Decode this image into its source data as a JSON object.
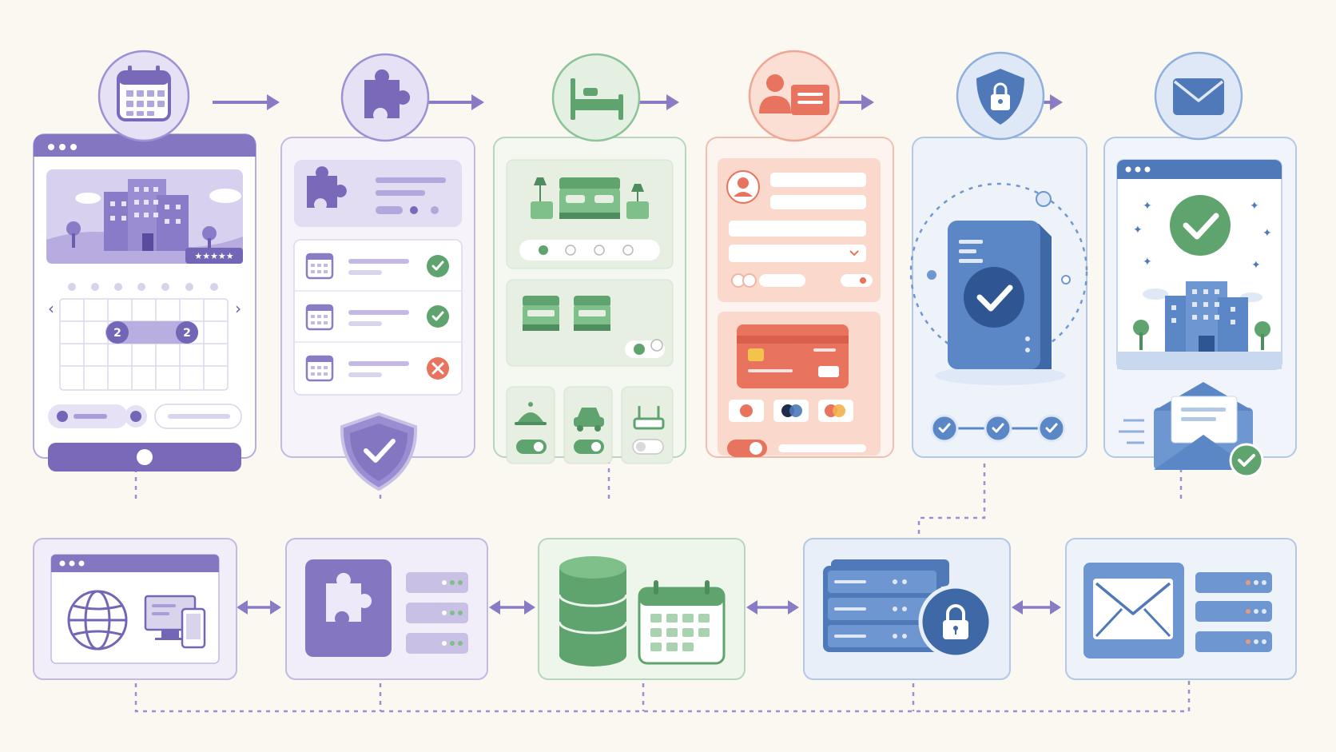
{
  "diagram": {
    "calendar_dates": [
      "2",
      "2"
    ],
    "steps": [
      {
        "id": "date-selection",
        "icon": "calendar-icon",
        "color": "#7a68b8"
      },
      {
        "id": "integration",
        "icon": "puzzle-icon",
        "color": "#7a68b8"
      },
      {
        "id": "room-selection",
        "icon": "bed-icon",
        "color": "#5fa36e"
      },
      {
        "id": "guest-payment",
        "icon": "guest-card-icon",
        "color": "#e8735e"
      },
      {
        "id": "secure-processing",
        "icon": "shield-lock-icon",
        "color": "#4f79b8"
      },
      {
        "id": "confirmation",
        "icon": "envelope-icon",
        "color": "#4f79b8"
      }
    ],
    "backend": [
      {
        "id": "web-client",
        "icon": "globe-devices-icon"
      },
      {
        "id": "integration-services",
        "icon": "puzzle-server-icon"
      },
      {
        "id": "availability-database",
        "icon": "database-calendar-icon"
      },
      {
        "id": "secure-servers",
        "icon": "server-lock-icon"
      },
      {
        "id": "email-service",
        "icon": "mail-server-icon"
      }
    ],
    "rating_stars": 5
  }
}
